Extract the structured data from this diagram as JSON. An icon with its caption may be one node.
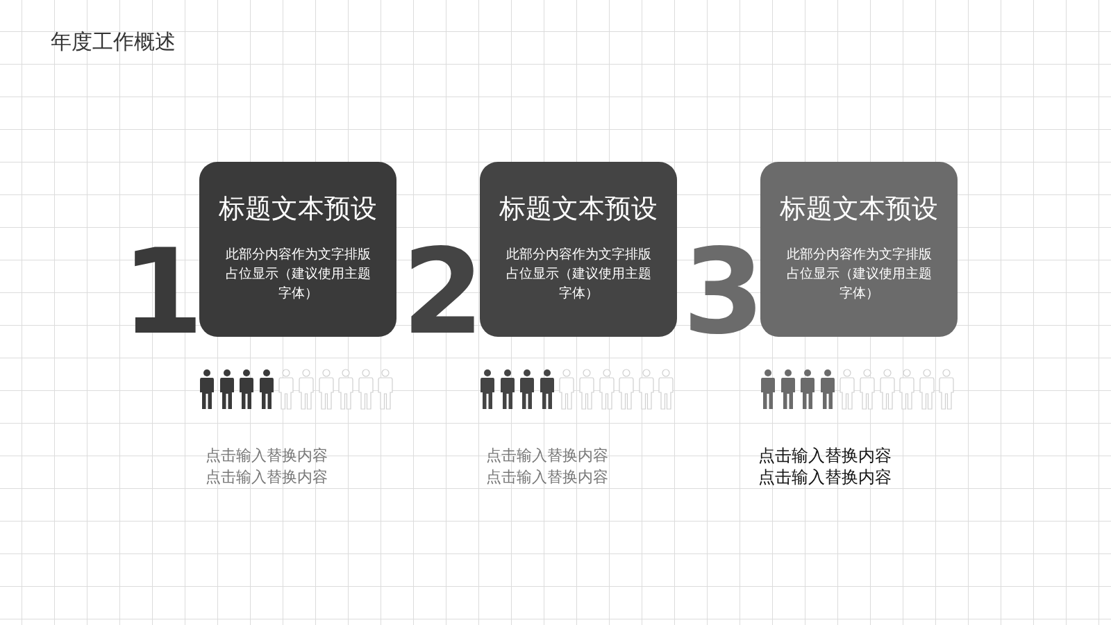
{
  "diagram": {
    "title": "年度工作概述",
    "nodes": [
      {
        "text": [
          "标题文本预设",
          "此部分内容作为文字排版占位显示（建议使用主题字体）"
        ]
      },
      {
        "text": [
          "标题文本预设",
          "此部分内容作为文字排版占位显示（建议使用主题字体）"
        ]
      },
      {
        "text": [
          "标题文本预设",
          "此部分内容作为文字排版占位显示（建议使用主题字体）"
        ]
      }
    ],
    "labels": [
      "1",
      "2",
      "3",
      "点击输入替换内容",
      "点击输入替换内容",
      "点击输入替换内容",
      "点击输入替换内容",
      "点击输入替换内容",
      "点击输入替换内容"
    ]
  }
}
